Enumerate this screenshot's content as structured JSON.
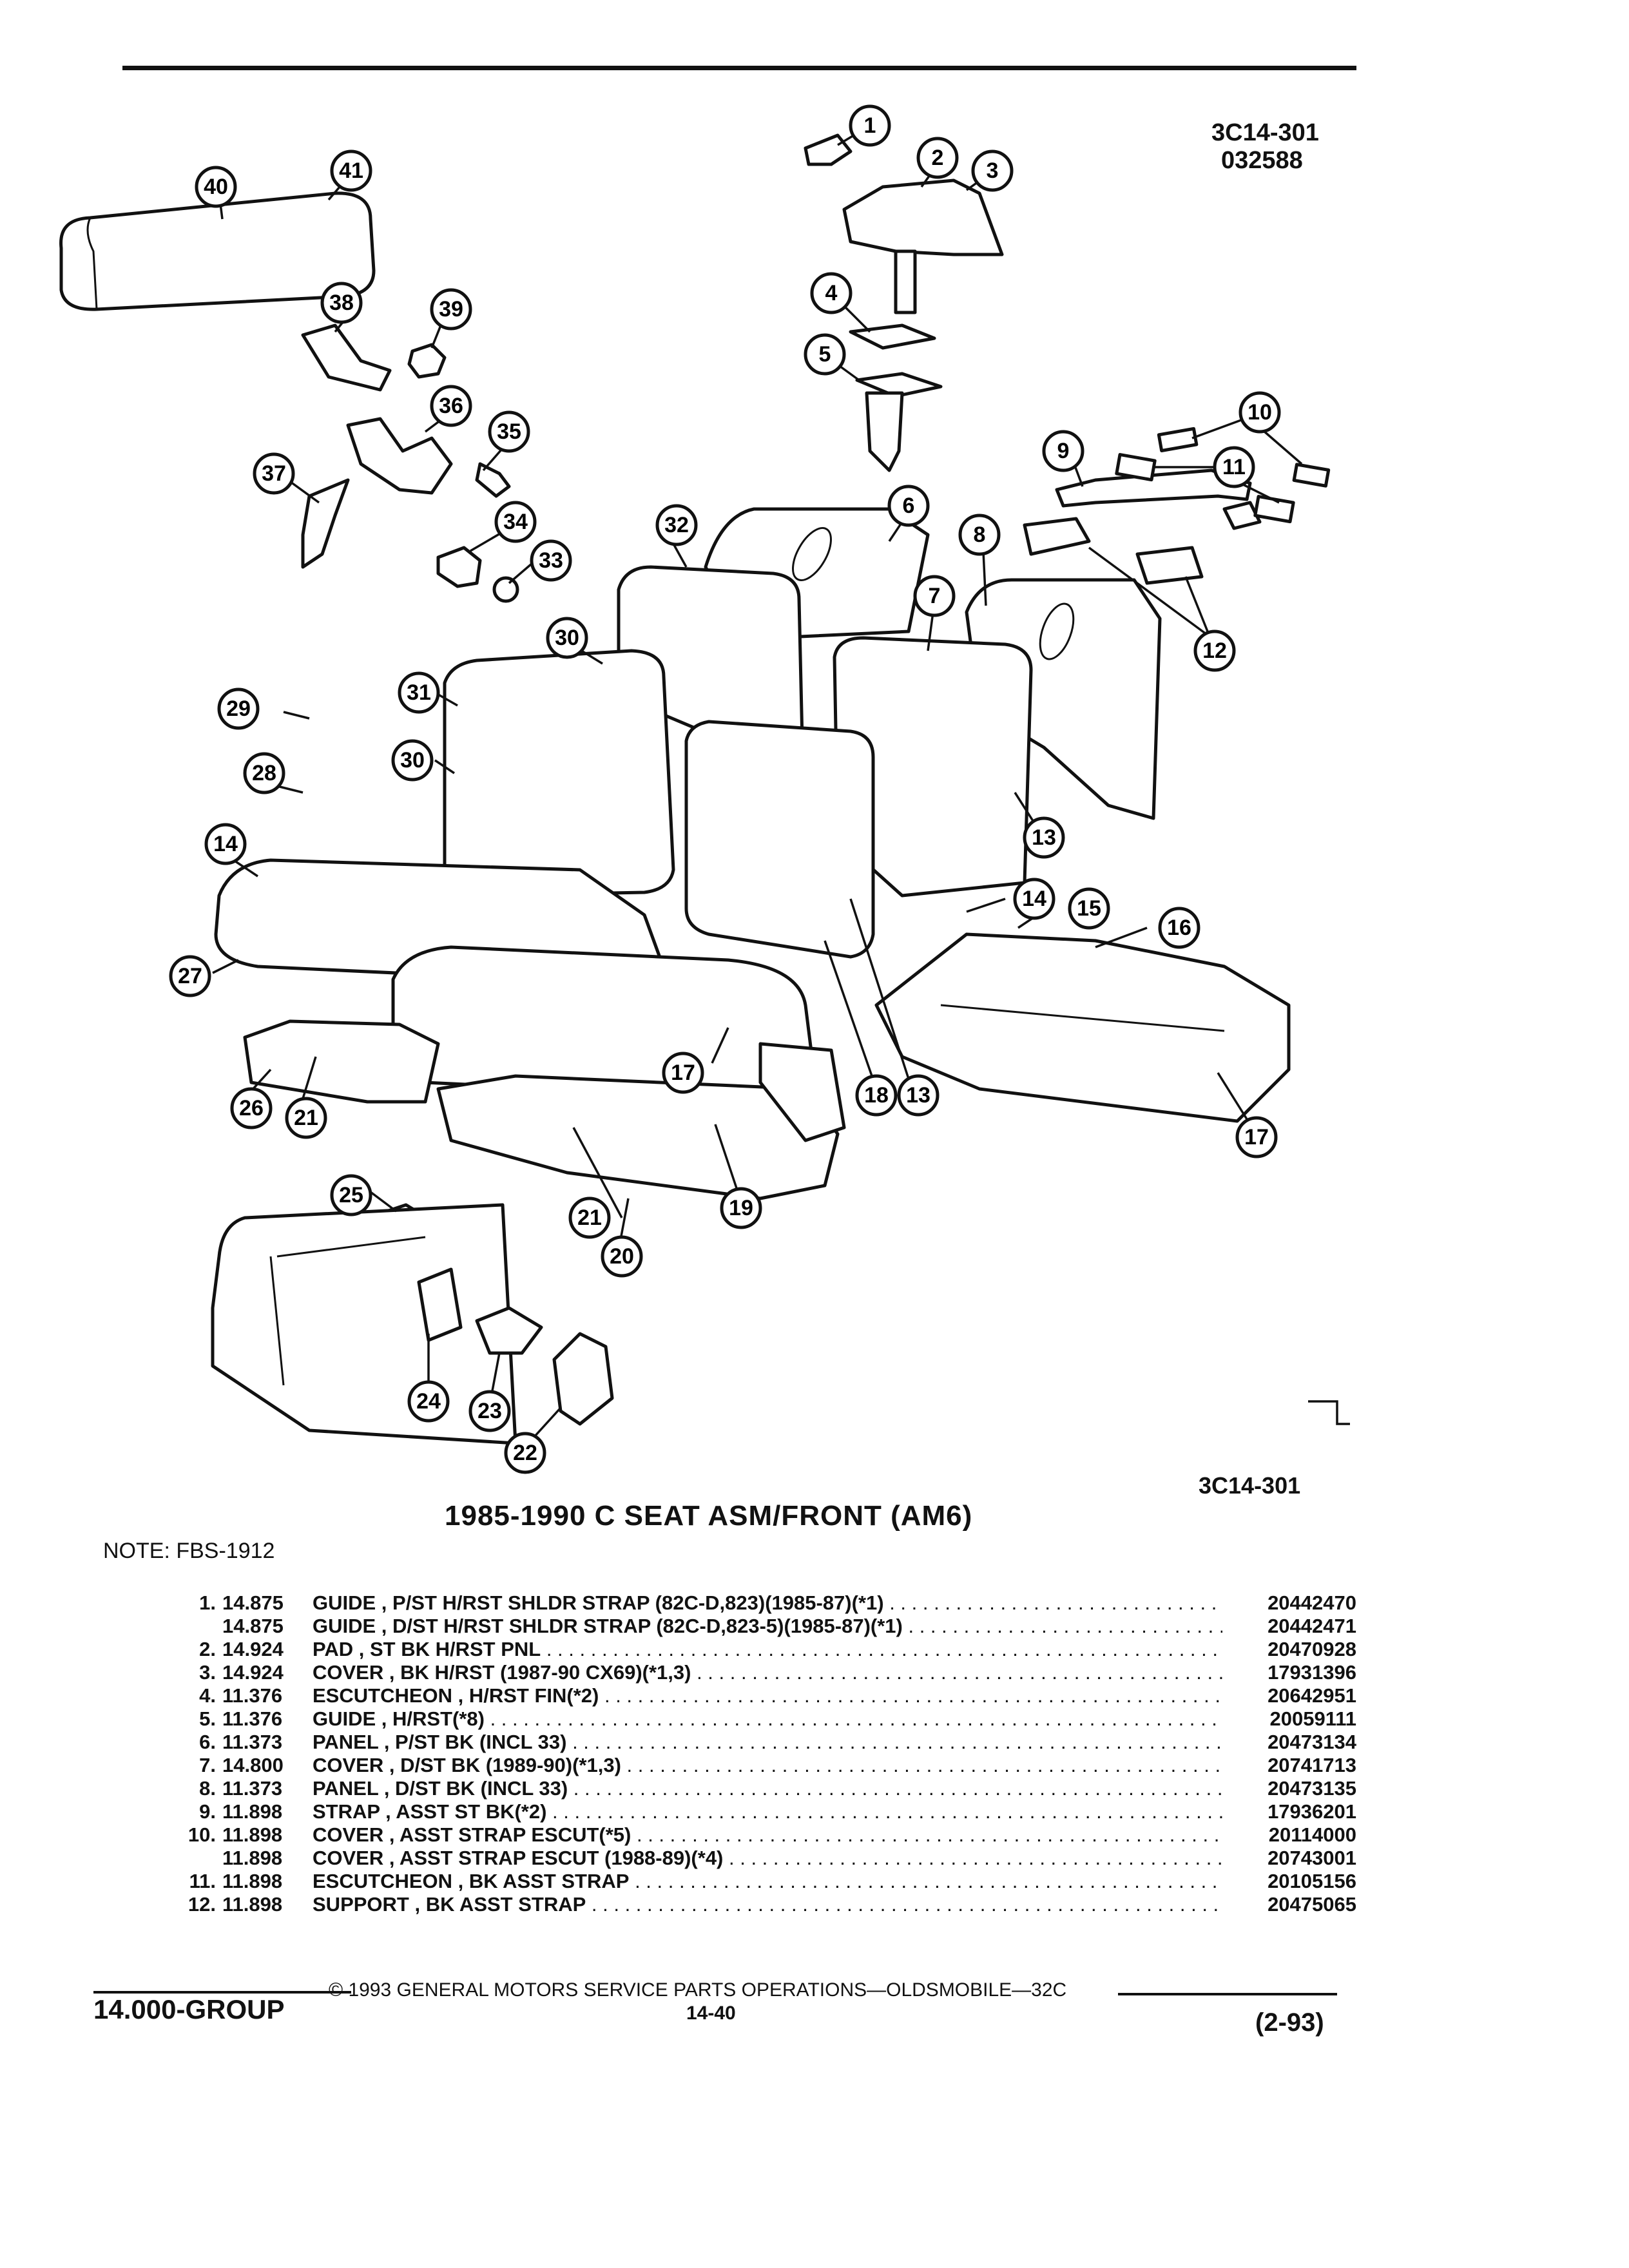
{
  "header": {
    "fig_code": "3C14-301",
    "fig_date": "032588"
  },
  "figure": {
    "footer_code": "3C14-301",
    "callouts": [
      "1",
      "2",
      "3",
      "4",
      "5",
      "6",
      "7",
      "8",
      "9",
      "10",
      "11",
      "12",
      "13",
      "14",
      "15",
      "16",
      "17",
      "18",
      "19",
      "20",
      "21",
      "22",
      "23",
      "24",
      "25",
      "26",
      "27",
      "28",
      "29",
      "30",
      "31",
      "32",
      "33",
      "34",
      "35",
      "36",
      "37",
      "38",
      "39",
      "40",
      "41"
    ]
  },
  "title": "1985-1990 C SEAT ASM/FRONT (AM6)",
  "note": "NOTE:  FBS-1912",
  "parts": [
    {
      "item": "1.",
      "group": "14.875",
      "desc": "GUIDE , P/ST H/RST SHLDR STRAP (82C-D,823)(1985-87)(*1)",
      "pn": "20442470"
    },
    {
      "item": "",
      "group": "14.875",
      "desc": "GUIDE , D/ST H/RST SHLDR STRAP (82C-D,823-5)(1985-87)(*1)",
      "pn": "20442471"
    },
    {
      "item": "2.",
      "group": "14.924",
      "desc": "PAD , ST BK H/RST PNL",
      "pn": "20470928"
    },
    {
      "item": "3.",
      "group": "14.924",
      "desc": "COVER , BK H/RST (1987-90 CX69)(*1,3)",
      "pn": "17931396"
    },
    {
      "item": "4.",
      "group": "11.376",
      "desc": "ESCUTCHEON , H/RST FIN(*2)",
      "pn": "20642951"
    },
    {
      "item": "5.",
      "group": "11.376",
      "desc": "GUIDE , H/RST(*8)",
      "pn": "20059111"
    },
    {
      "item": "6.",
      "group": "11.373",
      "desc": "PANEL , P/ST BK (INCL 33)",
      "pn": "20473134"
    },
    {
      "item": "7.",
      "group": "14.800",
      "desc": "COVER , D/ST BK (1989-90)(*1,3)",
      "pn": "20741713"
    },
    {
      "item": "8.",
      "group": "11.373",
      "desc": "PANEL , D/ST BK (INCL 33)",
      "pn": "20473135"
    },
    {
      "item": "9.",
      "group": "11.898",
      "desc": "STRAP , ASST ST BK(*2)",
      "pn": "17936201"
    },
    {
      "item": "10.",
      "group": "11.898",
      "desc": "COVER , ASST STRAP ESCUT(*5)",
      "pn": "20114000"
    },
    {
      "item": "",
      "group": "11.898",
      "desc": "COVER , ASST STRAP ESCUT (1988-89)(*4)",
      "pn": "20743001"
    },
    {
      "item": "11.",
      "group": "11.898",
      "desc": "ESCUTCHEON , BK ASST STRAP",
      "pn": "20105156"
    },
    {
      "item": "12.",
      "group": "11.898",
      "desc": "SUPPORT , BK ASST STRAP",
      "pn": "20475065"
    }
  ],
  "footer": {
    "group": "14.000-GROUP",
    "copyright": "© 1993  GENERAL MOTORS SERVICE PARTS OPERATIONS—OLDSMOBILE—32C",
    "page": "14-40",
    "rev": "(2-93)"
  }
}
